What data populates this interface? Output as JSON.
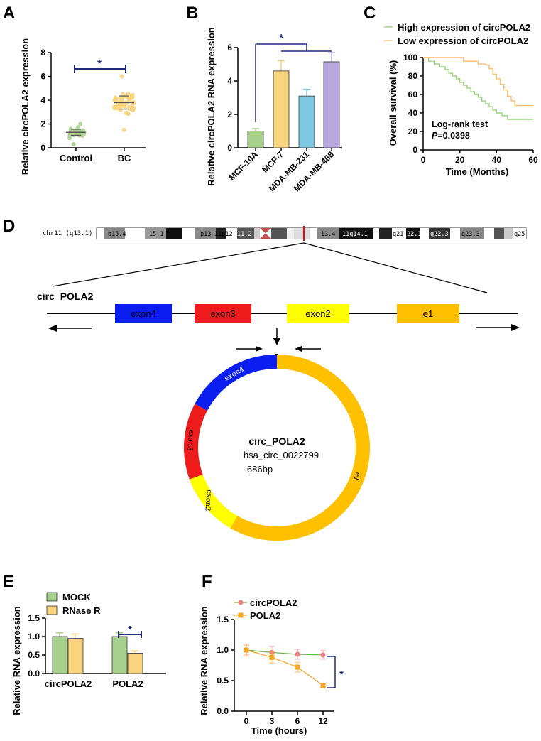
{
  "panel_letters": {
    "A": "A",
    "B": "B",
    "C": "C",
    "D": "D",
    "E": "E",
    "F": "F"
  },
  "colors": {
    "green": "#a8d08d",
    "yellow": "#f9d47f",
    "blue": "#7bc8e0",
    "purple": "#b7a7dc",
    "navy": "#1f2a7a",
    "circ_blue": "#0a1ef0",
    "circ_red": "#ee1c1c",
    "circ_yellow": "#ffff00",
    "circ_orange": "#ffc000",
    "km_green": "#9ed37f",
    "km_orange": "#f7c06a",
    "line_red": "#f08080",
    "line_orange": "#f5a623"
  },
  "chart_data": [
    {
      "id": "A",
      "type": "scatter",
      "ylabel": "Relative circPOLA2  expression",
      "categories": [
        "Control",
        "BC"
      ],
      "ylim": [
        0,
        8
      ],
      "yticks": [
        "0",
        "2",
        "4",
        "6",
        "8"
      ],
      "series": [
        {
          "name": "Control",
          "mean": 1.3,
          "sd": 0.25,
          "min": 0.3,
          "max": 2.0
        },
        {
          "name": "BC",
          "mean": 3.8,
          "sd": 0.55,
          "min": 1.5,
          "max": 6.0
        }
      ],
      "significance": "*"
    },
    {
      "id": "B",
      "type": "bar",
      "ylabel": "Relative circPOLA2 RNA expression",
      "categories": [
        "MCF-10A",
        "MCF-7",
        "MDA-MB-231",
        "MDA-MB-468"
      ],
      "values": [
        1.0,
        4.6,
        3.1,
        5.15
      ],
      "errors": [
        0.15,
        0.6,
        0.4,
        0.55
      ],
      "ylim": [
        0,
        6
      ],
      "yticks": [
        "0",
        "2",
        "4",
        "6"
      ],
      "significance": "*"
    },
    {
      "id": "C",
      "type": "line",
      "xlabel": "Time (Months)",
      "ylabel": "Overall survival (%)",
      "xlim": [
        0,
        60
      ],
      "ylim": [
        0,
        100
      ],
      "xticks": [
        "0",
        "20",
        "40",
        "60"
      ],
      "yticks": [
        "0",
        "20",
        "40",
        "60",
        "80",
        "100"
      ],
      "series": [
        {
          "name": "High expression of circPOLA2",
          "points": [
            [
              0,
              100
            ],
            [
              3,
              96
            ],
            [
              6,
              93
            ],
            [
              9,
              90
            ],
            [
              12,
              87
            ],
            [
              14,
              83
            ],
            [
              16,
              80
            ],
            [
              18,
              77
            ],
            [
              20,
              73
            ],
            [
              22,
              70
            ],
            [
              24,
              67
            ],
            [
              26,
              63
            ],
            [
              28,
              60
            ],
            [
              30,
              57
            ],
            [
              32,
              53
            ],
            [
              34,
              50
            ],
            [
              36,
              47
            ],
            [
              38,
              43
            ],
            [
              40,
              40
            ],
            [
              43,
              37
            ],
            [
              46,
              33
            ],
            [
              60,
              33
            ]
          ]
        },
        {
          "name": "Low expression of circPOLA2",
          "points": [
            [
              0,
              100
            ],
            [
              20,
              100
            ],
            [
              22,
              96
            ],
            [
              28,
              96
            ],
            [
              30,
              93
            ],
            [
              34,
              92
            ],
            [
              36,
              88
            ],
            [
              38,
              82
            ],
            [
              40,
              77
            ],
            [
              42,
              71
            ],
            [
              44,
              65
            ],
            [
              46,
              58
            ],
            [
              48,
              53
            ],
            [
              50,
              48
            ],
            [
              60,
              48
            ]
          ]
        }
      ],
      "annotation_line1": "Log-rank test",
      "annotation_p": "P",
      "annotation_value": "=0.0398"
    },
    {
      "id": "E",
      "type": "bar",
      "ylabel": "Relative RNA expression",
      "categories": [
        "circPOLA2",
        "POLA2"
      ],
      "series": [
        {
          "name": "MOCK",
          "values": [
            1.0,
            1.0
          ],
          "errors": [
            0.1,
            0.1
          ]
        },
        {
          "name": "RNase R",
          "values": [
            0.95,
            0.55
          ],
          "errors": [
            0.12,
            0.06
          ]
        }
      ],
      "ylim": [
        0,
        1.5
      ],
      "yticks": [
        "0.0",
        "0.5",
        "1.0",
        "1.5"
      ],
      "significance": "*"
    },
    {
      "id": "F",
      "type": "line",
      "xlabel": "Time (hours)",
      "ylabel": "Relative RNA expression",
      "x": [
        0,
        3,
        6,
        12
      ],
      "xticks": [
        "0",
        "3",
        "6",
        "12"
      ],
      "ylim": [
        0,
        1.5
      ],
      "yticks": [
        "0.0",
        "0.5",
        "1.0",
        "1.5"
      ],
      "series": [
        {
          "name": "circPOLA2",
          "values": [
            1.0,
            0.96,
            0.93,
            0.92
          ],
          "errors": [
            0.1,
            0.1,
            0.08,
            0.07
          ]
        },
        {
          "name": "POLA2",
          "values": [
            1.0,
            0.88,
            0.72,
            0.42
          ],
          "errors": [
            0.08,
            0.09,
            0.08,
            0.03
          ]
        }
      ],
      "significance": "*"
    }
  ],
  "diagram": {
    "chrom_label": "chr11 (q13.1)",
    "bands": [
      "p15.4",
      "15.1",
      "p13",
      "11p12",
      "11.2",
      "13.4",
      "11q14.1",
      "q21",
      "22.1",
      "q22.3",
      "q23.3",
      "q25"
    ],
    "circ_label": "circ_POLA2",
    "exons": [
      "exon4",
      "exon3",
      "exon2",
      "e1"
    ],
    "center_title": "circ_POLA2",
    "center_id": "hsa_circ_0022799",
    "center_len": "686bp",
    "ring_labels": [
      "exon4",
      "exon3",
      "exon2",
      "e1"
    ]
  }
}
